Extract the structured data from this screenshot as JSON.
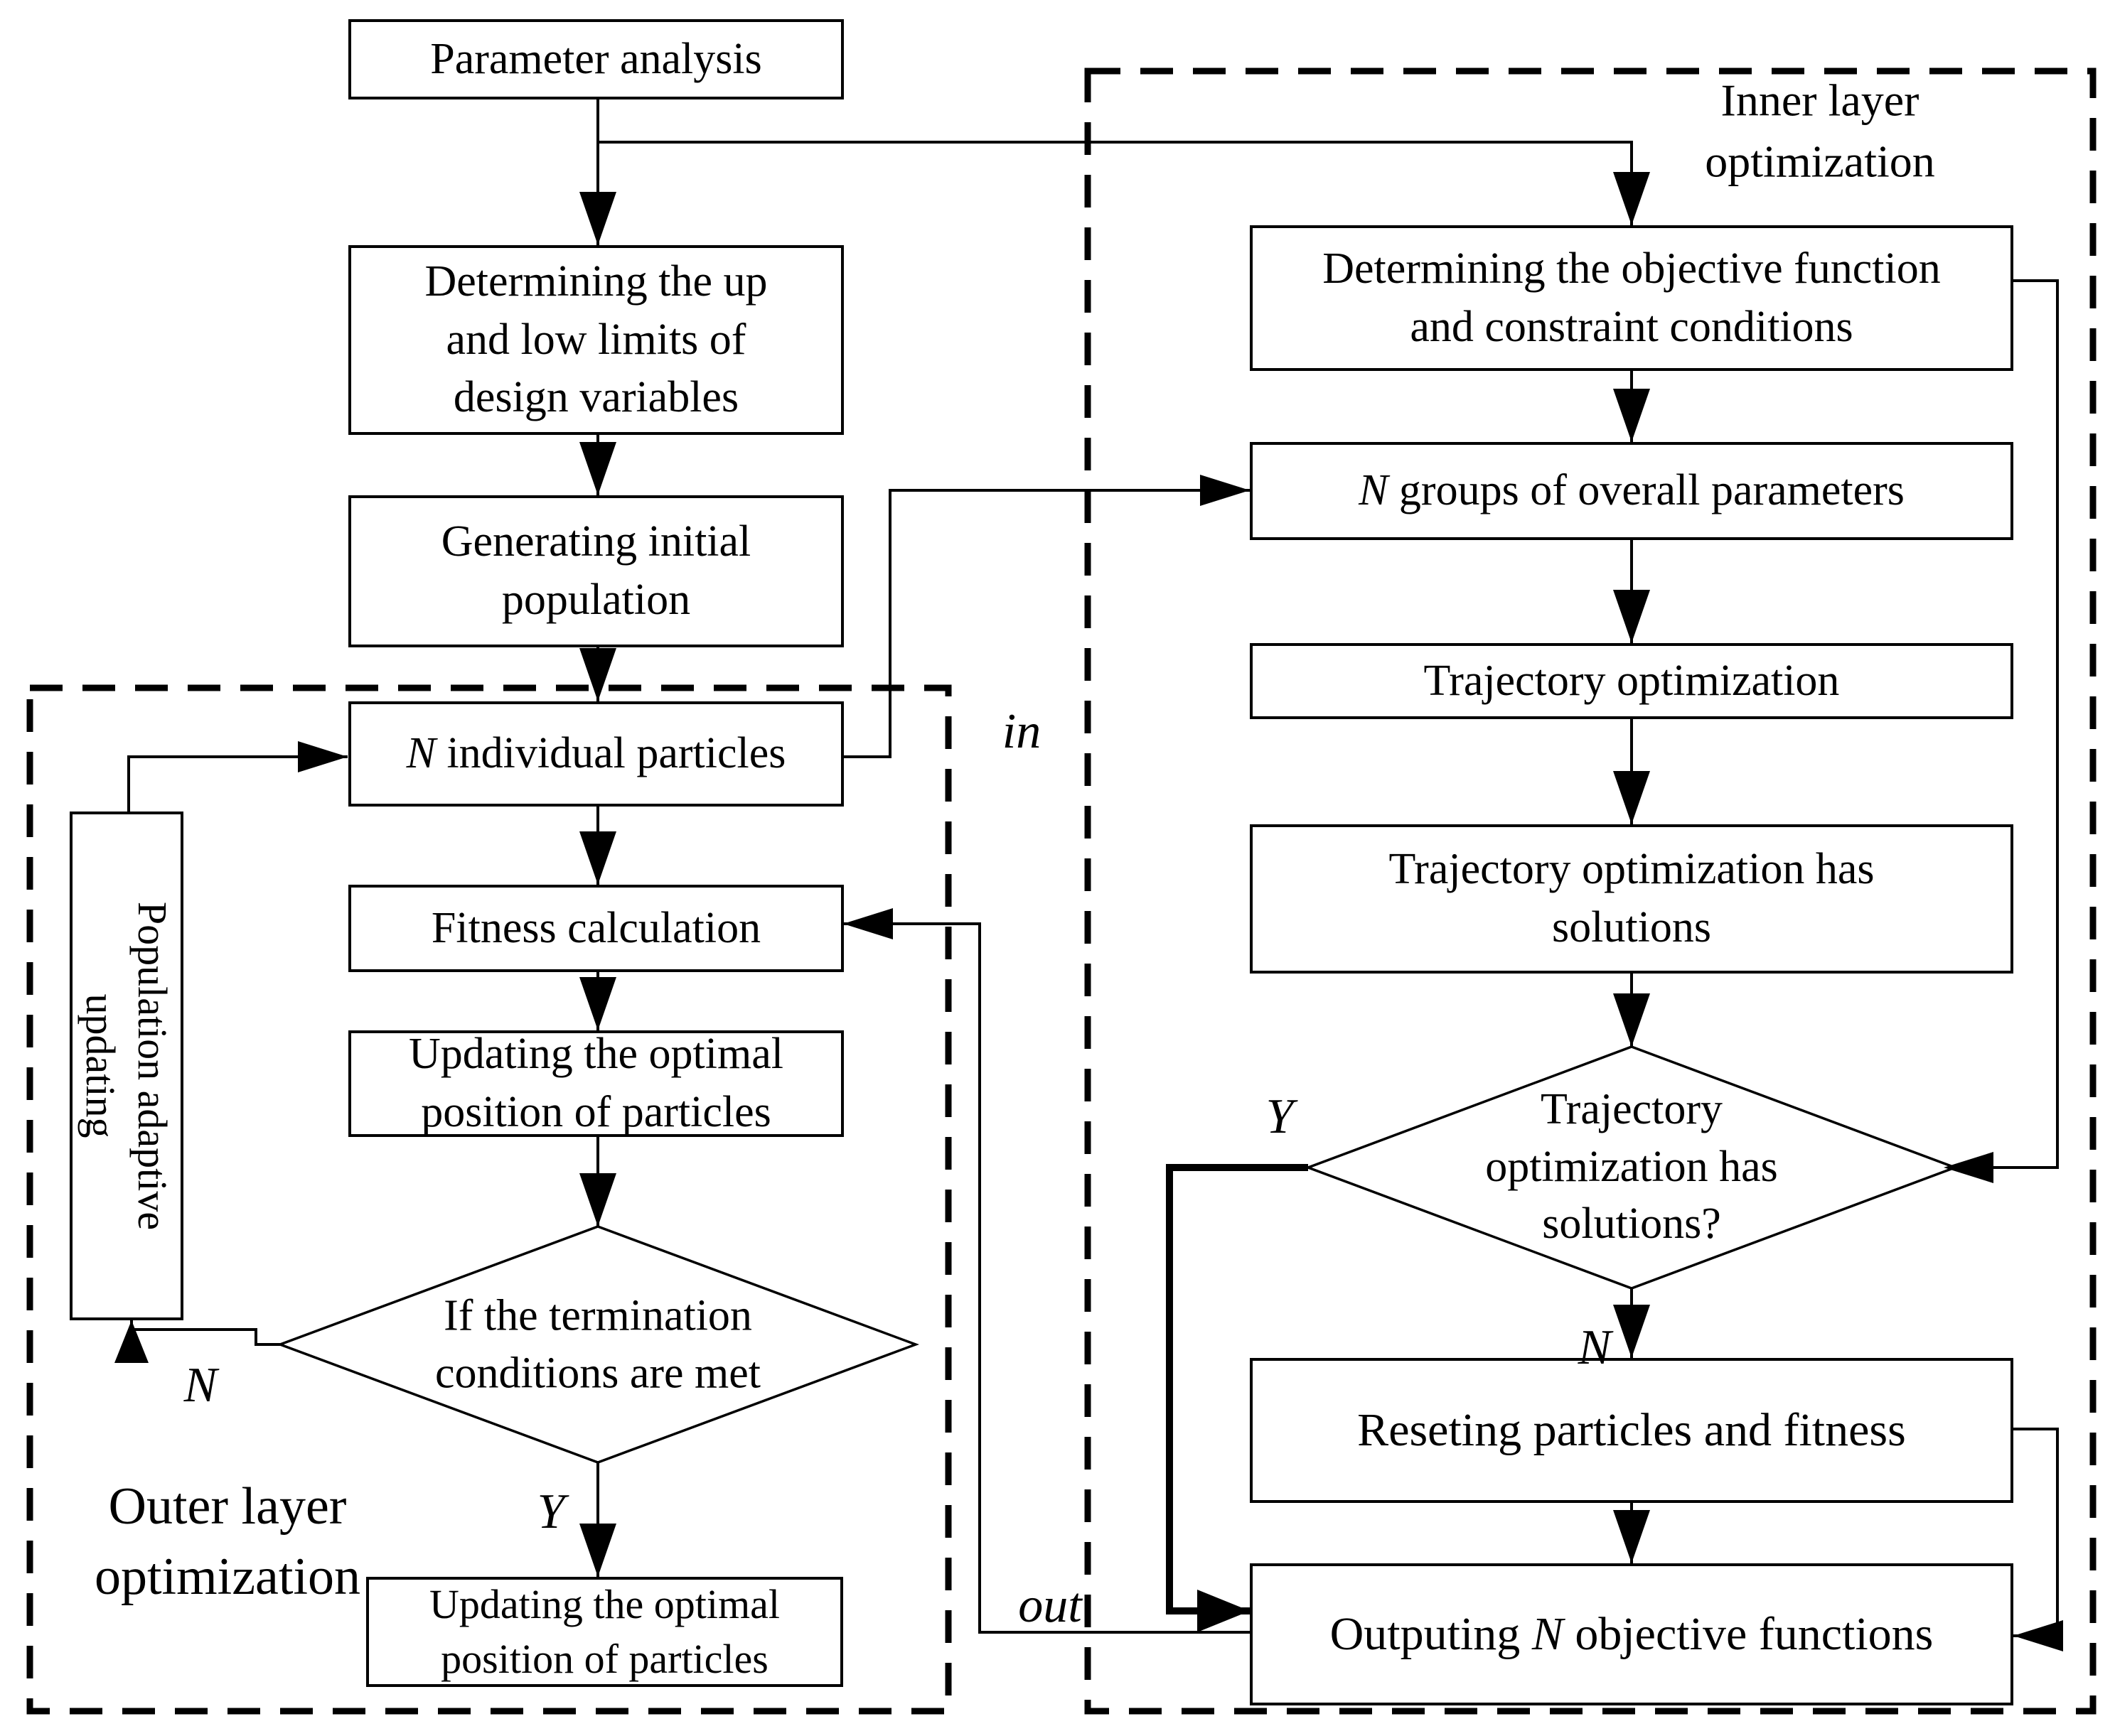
{
  "diagram": {
    "labels": {
      "outer_layer": {
        "line1": "Outer layer",
        "line2": "optimization"
      },
      "inner_layer": {
        "line1": "Inner layer",
        "line2": "optimization"
      },
      "in_label": "in",
      "out_label": "out",
      "y_outer": "Y",
      "n_outer": "N",
      "y_inner": "Y",
      "n_inner": "N"
    },
    "nodes": {
      "parameter_analysis": {
        "line1": "Parameter analysis"
      },
      "determine_limits": {
        "line1": "Determining the up",
        "line2": "and low limits of",
        "line3": "design variables"
      },
      "generating_population": {
        "line1": "Generating initial",
        "line2": "population"
      },
      "n_individual_particles": {
        "pre": "N",
        "post": " individual particles"
      },
      "fitness_calculation": {
        "line1": "Fitness calculation"
      },
      "updating_optimal_1": {
        "line1": "Updating the optimal",
        "line2": "position of particles"
      },
      "termination_diamond": {
        "line1": "If the termination",
        "line2": "conditions are met"
      },
      "updating_optimal_2": {
        "line1": "Updating the optimal",
        "line2": "position of particles"
      },
      "population_adaptive": {
        "line1": "Population adaptive",
        "line2": "updating"
      },
      "determine_objective": {
        "line1": "Determining the objective function",
        "line2": "and constraint conditions"
      },
      "n_groups": {
        "pre": "N",
        "post": " groups of overall parameters"
      },
      "trajectory_optimization": {
        "line1": "Trajectory optimization"
      },
      "trajectory_has_solutions": {
        "line1": "Trajectory optimization has",
        "line2": "solutions"
      },
      "solutions_diamond": {
        "line1": "Trajectory",
        "line2": "optimization has",
        "line3": "solutions?"
      },
      "reseting_particles": {
        "line1": "Reseting particles and fitness"
      },
      "outputing_objectives": {
        "pre": "Outputing ",
        "mid": "N",
        "post": " objective functions"
      }
    },
    "colors": {
      "line": "#000000",
      "background": "#ffffff"
    }
  }
}
